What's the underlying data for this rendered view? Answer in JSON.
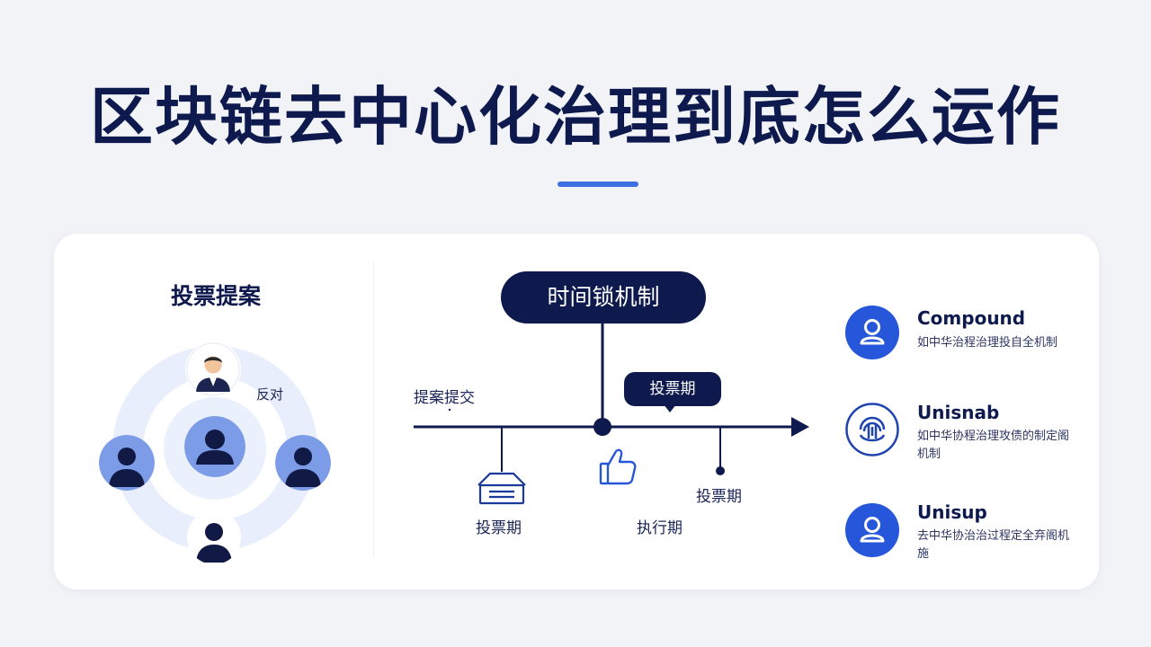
{
  "title": "区块链去中心化治理到底怎么运作",
  "left": {
    "heading": "投票提案",
    "node_label": "反对"
  },
  "timeline": {
    "mechanism": "时间锁机制",
    "submit_label": "提案提交",
    "voting_bubble": "投票期",
    "left_stage": "投票期",
    "execution_stage": "执行期",
    "right_stage": "投票期"
  },
  "projects": [
    {
      "name": "Compound",
      "desc": "如中华治程治理投自全机制",
      "icon": "user-icon"
    },
    {
      "name": "Unisnab",
      "desc": "如中华协程治理攻债的制定阁机制",
      "icon": "fingerprint-icon"
    },
    {
      "name": "Unisup",
      "desc": "去中华协治治过程定全弃阁机施",
      "icon": "user-icon"
    }
  ],
  "colors": {
    "navy": "#0e1a4e",
    "accent_blue": "#3f6fe0",
    "icon_blue": "#2656d9",
    "ring_blue": "#e8eefb"
  }
}
